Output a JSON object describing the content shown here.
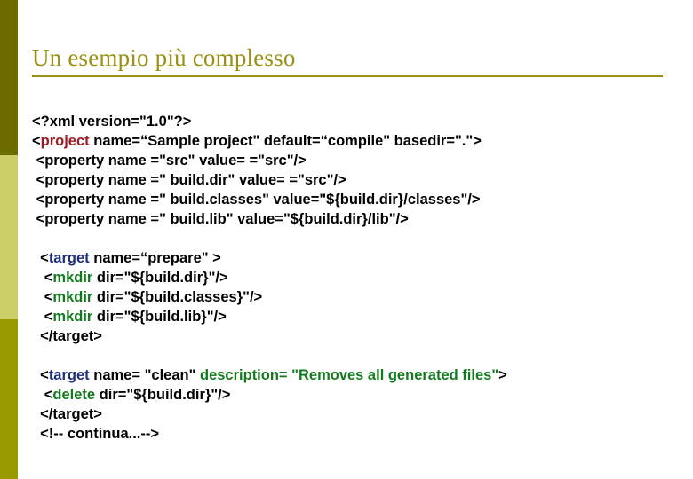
{
  "slide": {
    "title": "Un esempio più complesso",
    "colors": {
      "band_top": "#6b6b00",
      "band_mid": "#ccce68",
      "band_bottom": "#9a9a00",
      "title": "#9a8f12",
      "keyword_red": "#9e1b22",
      "keyword_navy": "#1f2f7a",
      "keyword_green": "#127a1f",
      "body_text": "#000000",
      "background": "#ffffff"
    }
  },
  "code": {
    "lines": [
      {
        "id": "l01",
        "indent": 0,
        "parts": [
          {
            "t": "<?xml version=\"1.0\"?>",
            "c": "plain"
          }
        ]
      },
      {
        "id": "l02",
        "indent": 0,
        "parts": [
          {
            "t": "<",
            "c": "plain"
          },
          {
            "t": "project",
            "c": "red"
          },
          {
            "t": " name=“Sample project\" default=“compile\" basedir=\".\">",
            "c": "plain"
          }
        ]
      },
      {
        "id": "l03",
        "indent": 1,
        "parts": [
          {
            "t": "<property name =\"src\" value= =\"src\"/>",
            "c": "plain"
          }
        ]
      },
      {
        "id": "l04",
        "indent": 1,
        "parts": [
          {
            "t": "<property name =\" build.dir\" value= =\"src\"/>",
            "c": "plain"
          }
        ]
      },
      {
        "id": "l05",
        "indent": 1,
        "parts": [
          {
            "t": "<property name =\" build.classes\" value=\"${build.dir}/classes\"/>",
            "c": "plain"
          }
        ]
      },
      {
        "id": "l06",
        "indent": 1,
        "parts": [
          {
            "t": "<property name =\" build.lib\" value=\"${build.dir}/lib\"/>",
            "c": "plain"
          }
        ]
      },
      {
        "id": "l07",
        "indent": 0,
        "blank": true,
        "parts": []
      },
      {
        "id": "l08",
        "indent": 2,
        "parts": [
          {
            "t": "<",
            "c": "plain"
          },
          {
            "t": "target",
            "c": "navy"
          },
          {
            "t": " name=“prepare\" >",
            "c": "plain"
          }
        ]
      },
      {
        "id": "l09",
        "indent": 3,
        "parts": [
          {
            "t": "<",
            "c": "plain"
          },
          {
            "t": "mkdir",
            "c": "green"
          },
          {
            "t": " dir=\"${build.dir}\"/>",
            "c": "plain"
          }
        ]
      },
      {
        "id": "l10",
        "indent": 3,
        "parts": [
          {
            "t": "<",
            "c": "plain"
          },
          {
            "t": "mkdir",
            "c": "green"
          },
          {
            "t": " dir=\"${build.classes}\"/>",
            "c": "plain"
          }
        ]
      },
      {
        "id": "l11",
        "indent": 3,
        "parts": [
          {
            "t": "<",
            "c": "plain"
          },
          {
            "t": "mkdir",
            "c": "green"
          },
          {
            "t": " dir=\"${build.lib}\"/>",
            "c": "plain"
          }
        ]
      },
      {
        "id": "l12",
        "indent": 2,
        "parts": [
          {
            "t": "</target>",
            "c": "plain"
          }
        ]
      },
      {
        "id": "l13",
        "indent": 0,
        "blank": true,
        "parts": []
      },
      {
        "id": "l14",
        "indent": 2,
        "parts": [
          {
            "t": "<",
            "c": "plain"
          },
          {
            "t": "target",
            "c": "navy"
          },
          {
            "t": " name= \"clean\" ",
            "c": "plain"
          },
          {
            "t": "description= \"Removes all generated files\"",
            "c": "green"
          },
          {
            "t": ">",
            "c": "plain"
          }
        ]
      },
      {
        "id": "l15",
        "indent": 3,
        "parts": [
          {
            "t": "<",
            "c": "plain"
          },
          {
            "t": "delete",
            "c": "green"
          },
          {
            "t": " dir=\"${build.dir}\"/>",
            "c": "plain"
          }
        ]
      },
      {
        "id": "l16",
        "indent": 2,
        "parts": [
          {
            "t": "</target>",
            "c": "plain"
          }
        ]
      },
      {
        "id": "l17",
        "indent": 2,
        "parts": [
          {
            "t": "<!-- continua...-->",
            "c": "plain"
          }
        ]
      }
    ]
  }
}
